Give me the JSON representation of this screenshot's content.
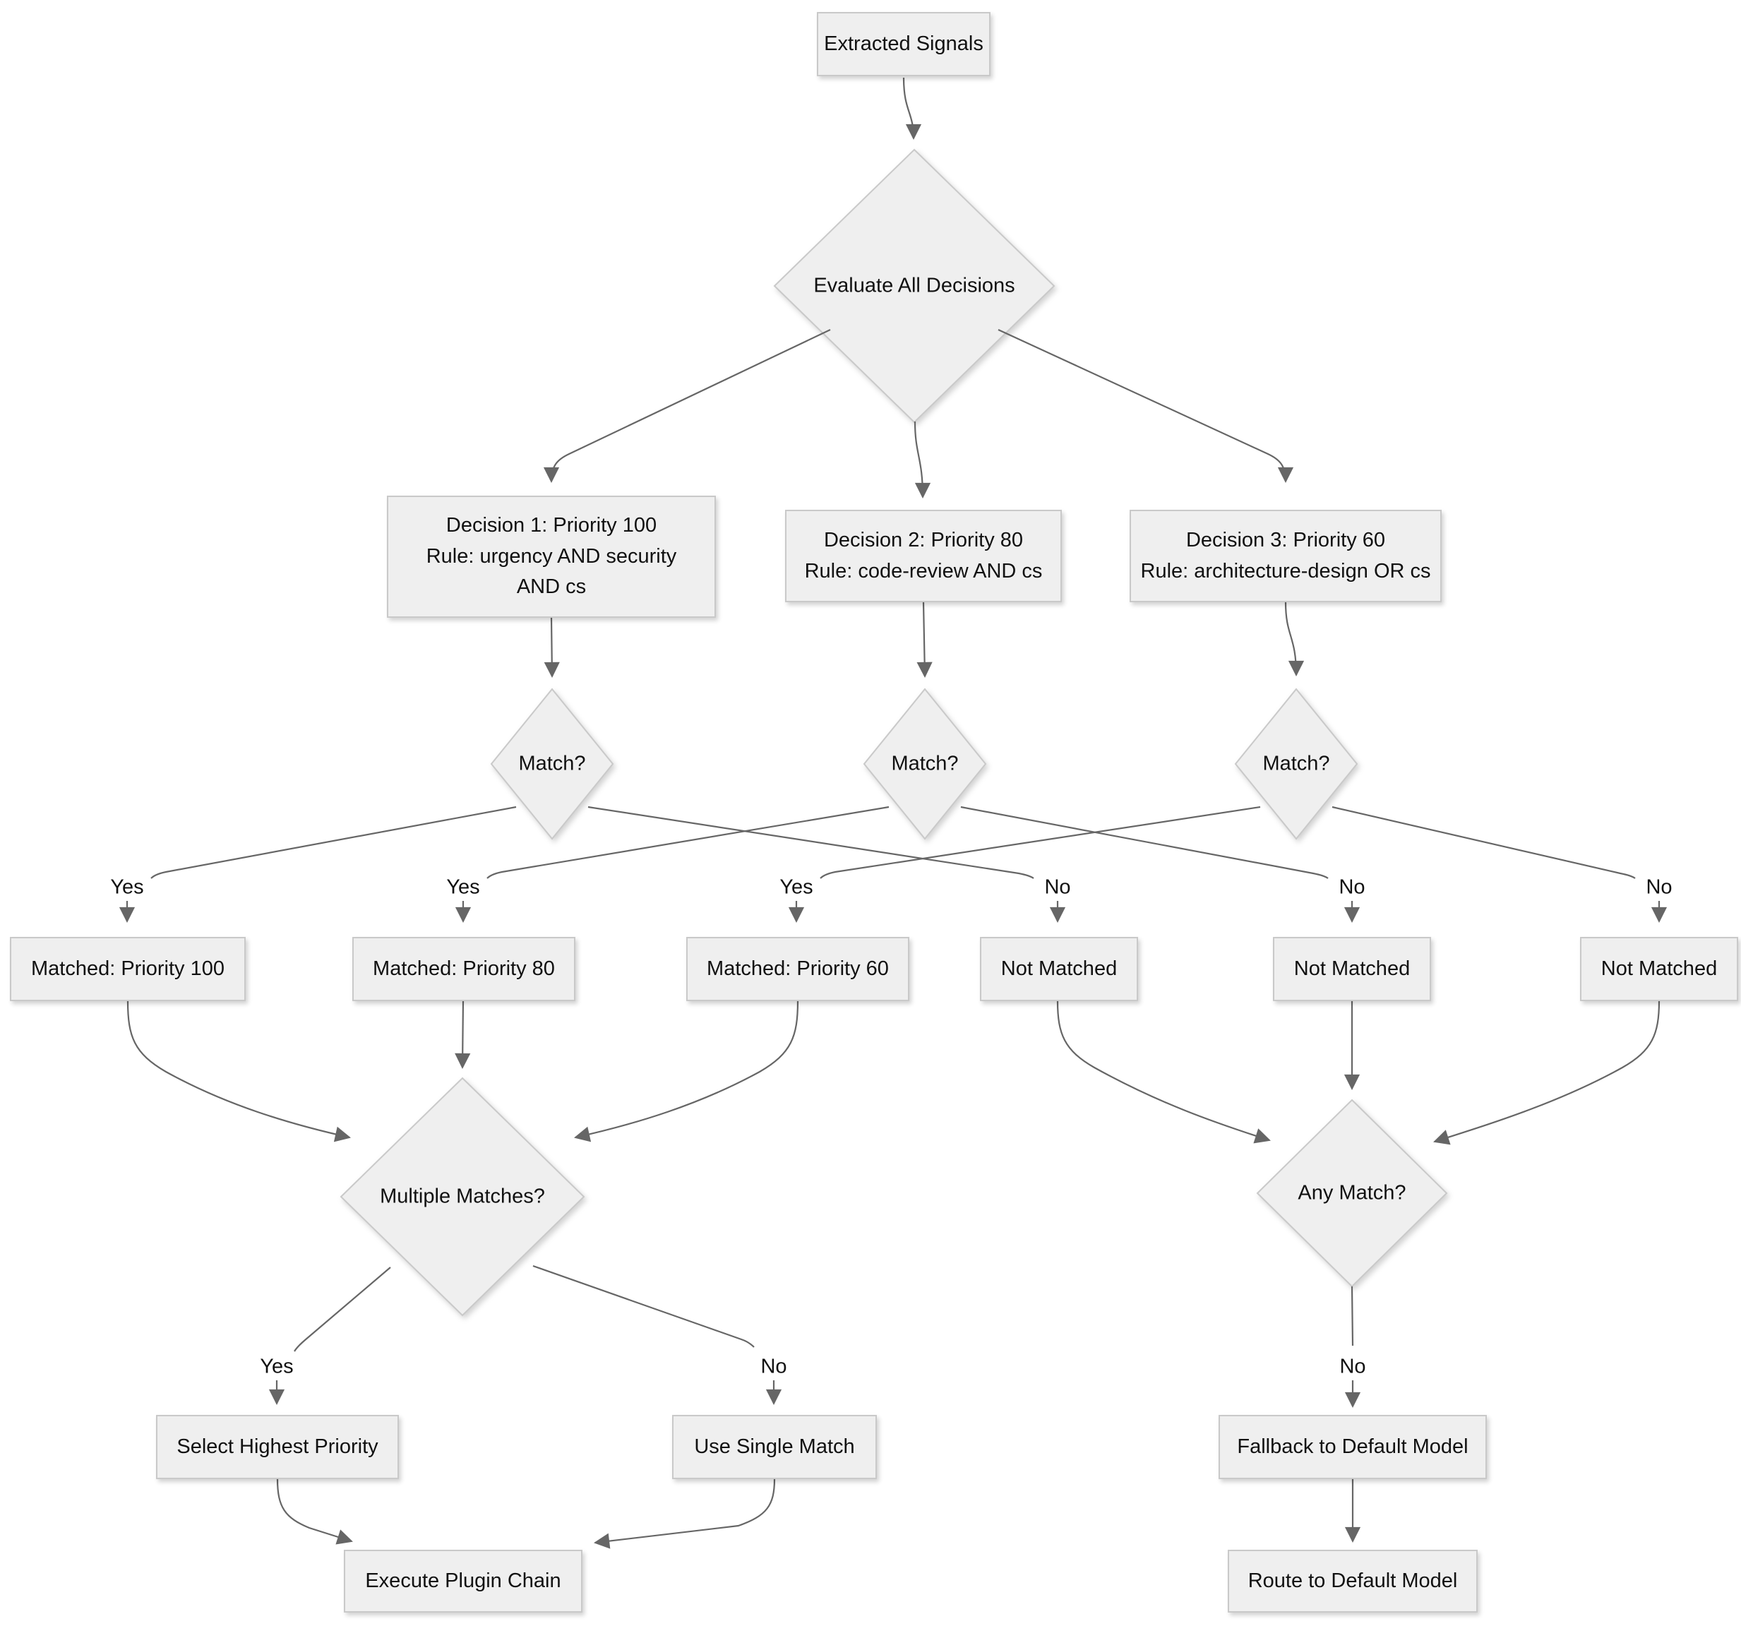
{
  "nodes": {
    "extracted": {
      "label": "Extracted Signals"
    },
    "evaluate": {
      "label": "Evaluate All Decisions"
    },
    "decision1": {
      "label": "Decision 1: Priority 100\nRule: urgency AND security\nAND cs"
    },
    "decision2": {
      "label": "Decision 2: Priority 80\nRule: code-review AND cs"
    },
    "decision3": {
      "label": "Decision 3: Priority 60\nRule: architecture-design OR cs"
    },
    "match1": {
      "label": "Match?"
    },
    "match2": {
      "label": "Match?"
    },
    "match3": {
      "label": "Match?"
    },
    "matched_100": {
      "label": "Matched: Priority 100"
    },
    "matched_80": {
      "label": "Matched: Priority 80"
    },
    "matched_60": {
      "label": "Matched: Priority 60"
    },
    "not_matched_1": {
      "label": "Not Matched"
    },
    "not_matched_2": {
      "label": "Not Matched"
    },
    "not_matched_3": {
      "label": "Not Matched"
    },
    "multiple_matches": {
      "label": "Multiple Matches?"
    },
    "any_match": {
      "label": "Any Match?"
    },
    "select_highest_priority": {
      "label": "Select Highest Priority"
    },
    "use_single_match": {
      "label": "Use Single Match"
    },
    "fallback_default": {
      "label": "Fallback to Default Model"
    },
    "execute_plugin_chain": {
      "label": "Execute Plugin Chain"
    },
    "route_default": {
      "label": "Route to Default Model"
    }
  },
  "edge_labels": {
    "yes": "Yes",
    "no": "No"
  },
  "colors": {
    "node_fill": "#efefef",
    "node_border": "#c9c9c9",
    "edge": "#666666",
    "text": "#111111",
    "background": "#ffffff"
  }
}
